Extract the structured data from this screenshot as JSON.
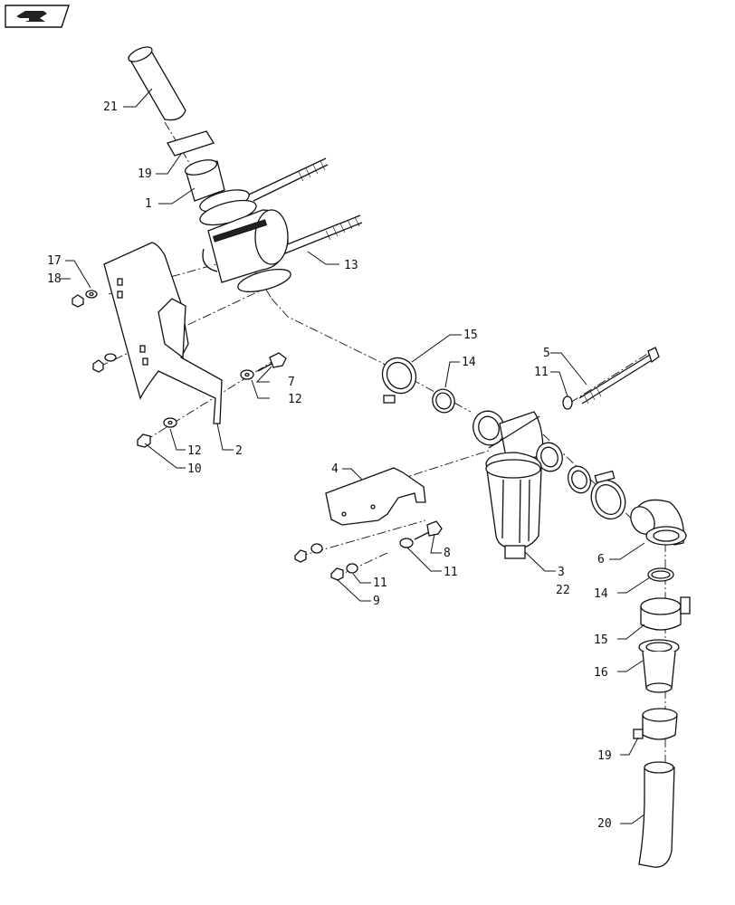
{
  "nav_icon": "forward-arrow-icon",
  "callouts": {
    "c21": "21",
    "c19a": "19",
    "c1": "1",
    "c13": "13",
    "c17": "17",
    "c18": "18",
    "c7": "7",
    "c12a": "12",
    "c12b": "12",
    "c10": "10",
    "c2": "2",
    "c15a": "15",
    "c14a": "14",
    "c5": "5",
    "c11a": "11",
    "c4": "4",
    "c8": "8",
    "c11b": "11",
    "c11c": "11",
    "c9": "9",
    "c3": "3",
    "c22": "22",
    "c6": "6",
    "c14b": "14",
    "c15b": "15",
    "c16": "16",
    "c19b": "19",
    "c20": "20"
  }
}
